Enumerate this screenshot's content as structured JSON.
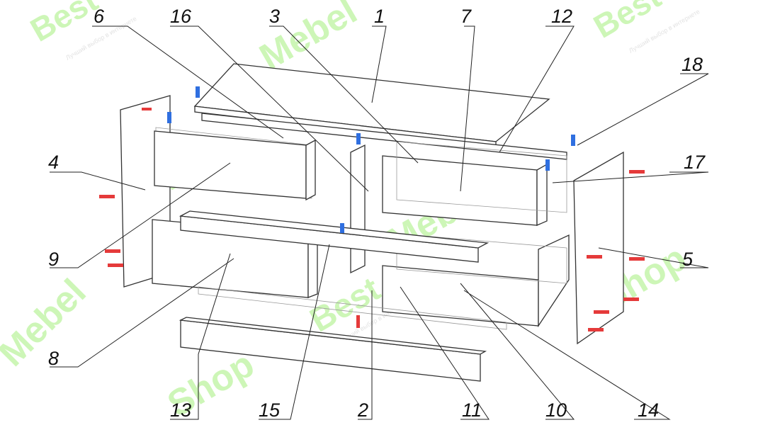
{
  "watermark": {
    "brand_a": "Best",
    "brand_b": "Mebel",
    "brand_c": "Shop",
    "tagline": "Лучший выбор в интернете"
  },
  "callouts": [
    {
      "id": "c1",
      "text": "1"
    },
    {
      "id": "c2",
      "text": "2"
    },
    {
      "id": "c3",
      "text": "3"
    },
    {
      "id": "c4",
      "text": "4"
    },
    {
      "id": "c5",
      "text": "5"
    },
    {
      "id": "c6",
      "text": "6"
    },
    {
      "id": "c7",
      "text": "7"
    },
    {
      "id": "c8",
      "text": "8"
    },
    {
      "id": "c9",
      "text": "9"
    },
    {
      "id": "c10",
      "text": "10"
    },
    {
      "id": "c11",
      "text": "11"
    },
    {
      "id": "c12",
      "text": "12"
    },
    {
      "id": "c13",
      "text": "13"
    },
    {
      "id": "c14",
      "text": "14"
    },
    {
      "id": "c15",
      "text": "15"
    },
    {
      "id": "c16",
      "text": "16"
    },
    {
      "id": "c17",
      "text": "17"
    },
    {
      "id": "c18",
      "text": "18"
    }
  ],
  "colors": {
    "watermark_green": "#cdf6b7",
    "hardware_red": "#e53a3a",
    "hardware_blue": "#2f6fe0",
    "line": "#222222"
  }
}
